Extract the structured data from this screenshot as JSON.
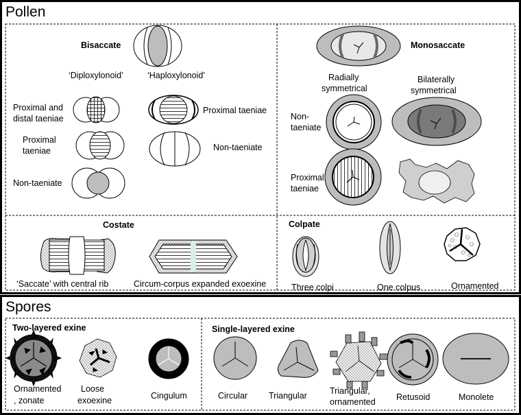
{
  "pollen": {
    "title": "Pollen",
    "bisaccate": {
      "heading": "Bisaccate",
      "col_diploxylonoid": "‘Diploxylonoid’",
      "col_haploxylonoid": "‘Haploxylonoid’",
      "label_prox_distal_1": "Proximal and",
      "label_prox_distal_2": "distal taeniae",
      "label_proximal_1": "Proximal",
      "label_proximal_2": "taeniae",
      "label_nontaeniate": "Non-taeniate",
      "label_haplo_proximal": "Proximal taeniae",
      "label_haplo_nontaeniate": "Non-taeniate"
    },
    "monosaccate": {
      "heading": "Monosaccate",
      "radial_1": "Radially",
      "radial_2": "symmetrical",
      "bilateral_1": "Bilaterally",
      "bilateral_2": "symmetrical",
      "non_1": "Non-",
      "non_2": "taeniate",
      "prox_1": "Proximal",
      "prox_2": "taeniae"
    },
    "costate": {
      "heading": "Costate",
      "label_saccate": "‘Saccate’ with central rib",
      "label_circum": "Circum-corpus expanded exoexine"
    },
    "colpate": {
      "heading": "Colpate",
      "label_three": "Three colpi",
      "label_one": "One colpus",
      "label_ornamented": "Ornamented"
    }
  },
  "spores": {
    "title": "Spores",
    "two_layered": {
      "heading": "Two-layered exine",
      "orn_1": "Ornamented",
      "orn_2": ", zonate",
      "loose_1": "Loose",
      "loose_2": "exoexine",
      "cingulum": "Cingulum"
    },
    "single_layered": {
      "heading": "Single-layered exine",
      "circular": "Circular",
      "triangular": "Triangular",
      "tri_orn_1": "Triangular,",
      "tri_orn_2": "ornamented",
      "retusoid": "Retusoid",
      "monolete": "Monolete"
    }
  },
  "colors": {
    "grey_fill": "#bdbdbd",
    "light_fill": "#e0e0e0",
    "dark_fill": "#7a7a7a",
    "line": "#000000"
  }
}
